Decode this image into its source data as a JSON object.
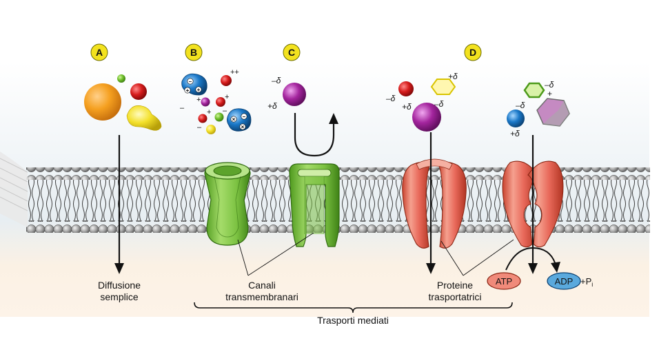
{
  "panels": {
    "a": "A",
    "b": "B",
    "c": "C",
    "d": "D"
  },
  "labels": {
    "diffusion_line1": "Diffusione",
    "diffusion_line2": "semplice",
    "channels_line1": "Canali",
    "channels_line2": "transmembranari",
    "carriers_line1": "Proteine",
    "carriers_line2": "trasportatrici",
    "mediated": "Trasporti mediati",
    "atp": "ATP",
    "adp": "ADP",
    "plus_p": "+P",
    "p_sub": "i"
  },
  "charges": {
    "plus_plus": "++",
    "plus": "+",
    "minus": "–",
    "neg_delta": "–δ",
    "pos_delta": "+δ"
  },
  "colors": {
    "badge": "#f3e21f",
    "membrane_head": "#a8a8a8",
    "channel_green": "#7cc242",
    "carrier_red": "#e8695a",
    "atp_fill": "#f08a7a",
    "adp_fill": "#5aa9dd"
  }
}
